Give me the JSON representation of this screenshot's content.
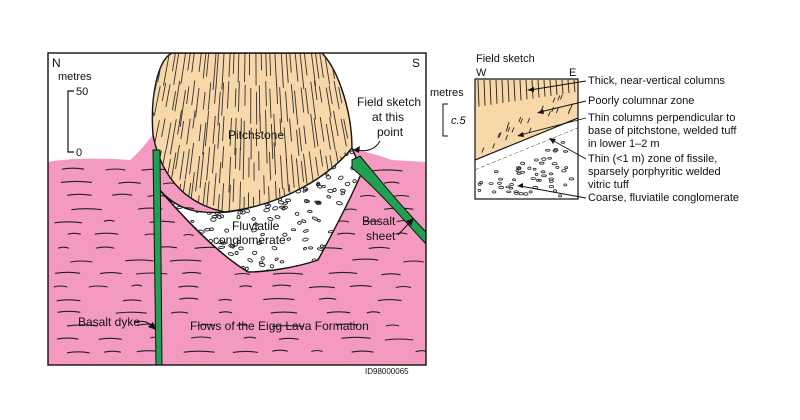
{
  "colors": {
    "lava": "#f49ac1",
    "pitchstone": "#f8d7a8",
    "conglomerate": "#ffffff",
    "basalt": "#20a050",
    "outline": "#111111"
  },
  "main_section": {
    "compass_left": "N",
    "compass_right": "S",
    "scale_unit": "metres",
    "scale_top": "50",
    "scale_bottom": "0",
    "labels": {
      "pitchstone": "Pitchstone",
      "field_sketch_line1": "Field sketch",
      "field_sketch_line2": "at this",
      "field_sketch_line3": "point",
      "conglomerate_line1": "Fluviatile",
      "conglomerate_line2": "conglomerate",
      "basalt_sheet_line1": "Basalt",
      "basalt_sheet_line2": "sheet",
      "basalt_dyke": "Basalt dyke",
      "lava_flows": "Flows of the Eigg Lava Formation"
    },
    "figure_id": "ID98000065"
  },
  "field_sketch": {
    "title": "Field sketch",
    "west": "W",
    "east": "E",
    "scale_unit": "metres",
    "scale_value": "c.5",
    "annotations": [
      {
        "id": "thick-columns",
        "lines": [
          "Thick, near-vertical columns"
        ]
      },
      {
        "id": "poorly-columnar",
        "lines": [
          "Poorly columnar zone"
        ]
      },
      {
        "id": "thin-columns",
        "lines": [
          "Thin columns perpendicular to",
          "base of pitchstone, welded tuff",
          "in lower 1–2 m"
        ]
      },
      {
        "id": "fissile-zone",
        "lines": [
          "Thin (<1 m) zone of fissile,",
          "sparsely porphyritic welded",
          "vitric tuff"
        ]
      },
      {
        "id": "coarse-conglomerate",
        "lines": [
          "Coarse, fluviatile conglomerate"
        ]
      }
    ]
  }
}
